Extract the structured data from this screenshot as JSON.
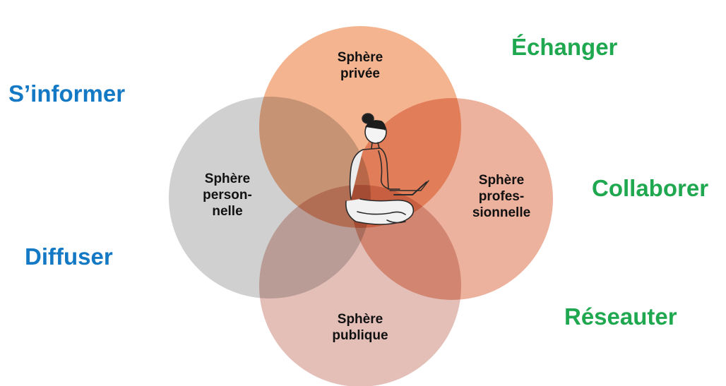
{
  "spheres": {
    "private": {
      "label": "Sphère\nprivée",
      "color": "#f2a77c"
    },
    "personal": {
      "label": "Sphère\nperson-\nnelle",
      "color": "#c8c8c8"
    },
    "professional": {
      "label": "Sphère\nprofes-\nsionnelle",
      "color": "#e9a48c"
    },
    "public": {
      "label": "Sphère\npublique",
      "color": "#deb4ac"
    }
  },
  "verbs": {
    "informer": {
      "text": "S’informer",
      "color": "#1479c4"
    },
    "diffuser": {
      "text": "Diffuser",
      "color": "#1479c4"
    },
    "echanger": {
      "text": "Échanger",
      "color": "#1fa84f"
    },
    "collaborer": {
      "text": "Collaborer",
      "color": "#1fa84f"
    },
    "reseauter": {
      "text": "Réseauter",
      "color": "#1fa84f"
    }
  },
  "figure": {
    "icon": "person-with-laptop-icon"
  }
}
